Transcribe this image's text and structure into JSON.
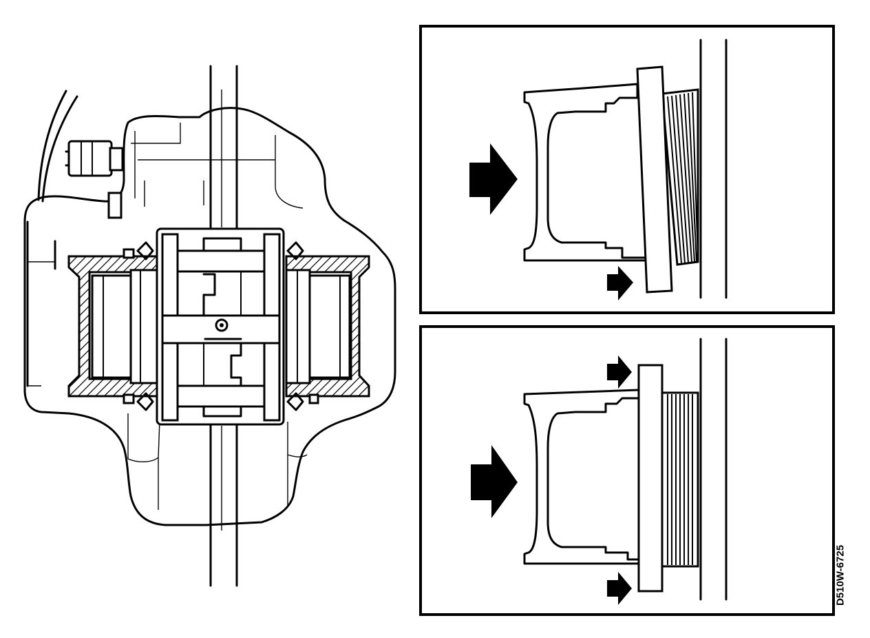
{
  "figure": {
    "code": "D510W-6725",
    "views": [
      {
        "id": "caliper-cross-section",
        "description_icon": "brake-caliper-section-icon"
      },
      {
        "id": "inset-piston-tilted",
        "arrows": [
          "push-arrow-large",
          "push-arrow-small-bottom"
        ]
      },
      {
        "id": "inset-piston-square",
        "arrows": [
          "push-arrow-large",
          "push-arrow-small-top",
          "push-arrow-small-bottom"
        ]
      }
    ],
    "colors": {
      "line": "#000000",
      "background": "#ffffff"
    }
  }
}
